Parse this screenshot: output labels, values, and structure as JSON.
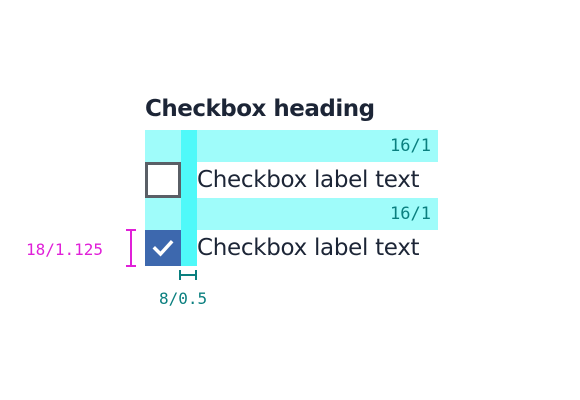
{
  "heading": "Checkbox heading",
  "rows": [
    {
      "spacing_label": "16/1",
      "checkbox_label": "Checkbox label text",
      "checked": false
    },
    {
      "spacing_label": "16/1",
      "checkbox_label": "Checkbox label text",
      "checked": true
    }
  ],
  "annotations": {
    "checkbox_size": "18/1.125",
    "checkbox_gap": "8/0.5"
  },
  "colors": {
    "spacing_band": "#9ffcfa",
    "gap_highlight": "#4ff9f9",
    "checked_fill": "#3d68ae",
    "size_annotation": "#e020d8",
    "spacing_annotation": "#0a7f7f"
  },
  "icons": [
    "checkmark-icon"
  ]
}
